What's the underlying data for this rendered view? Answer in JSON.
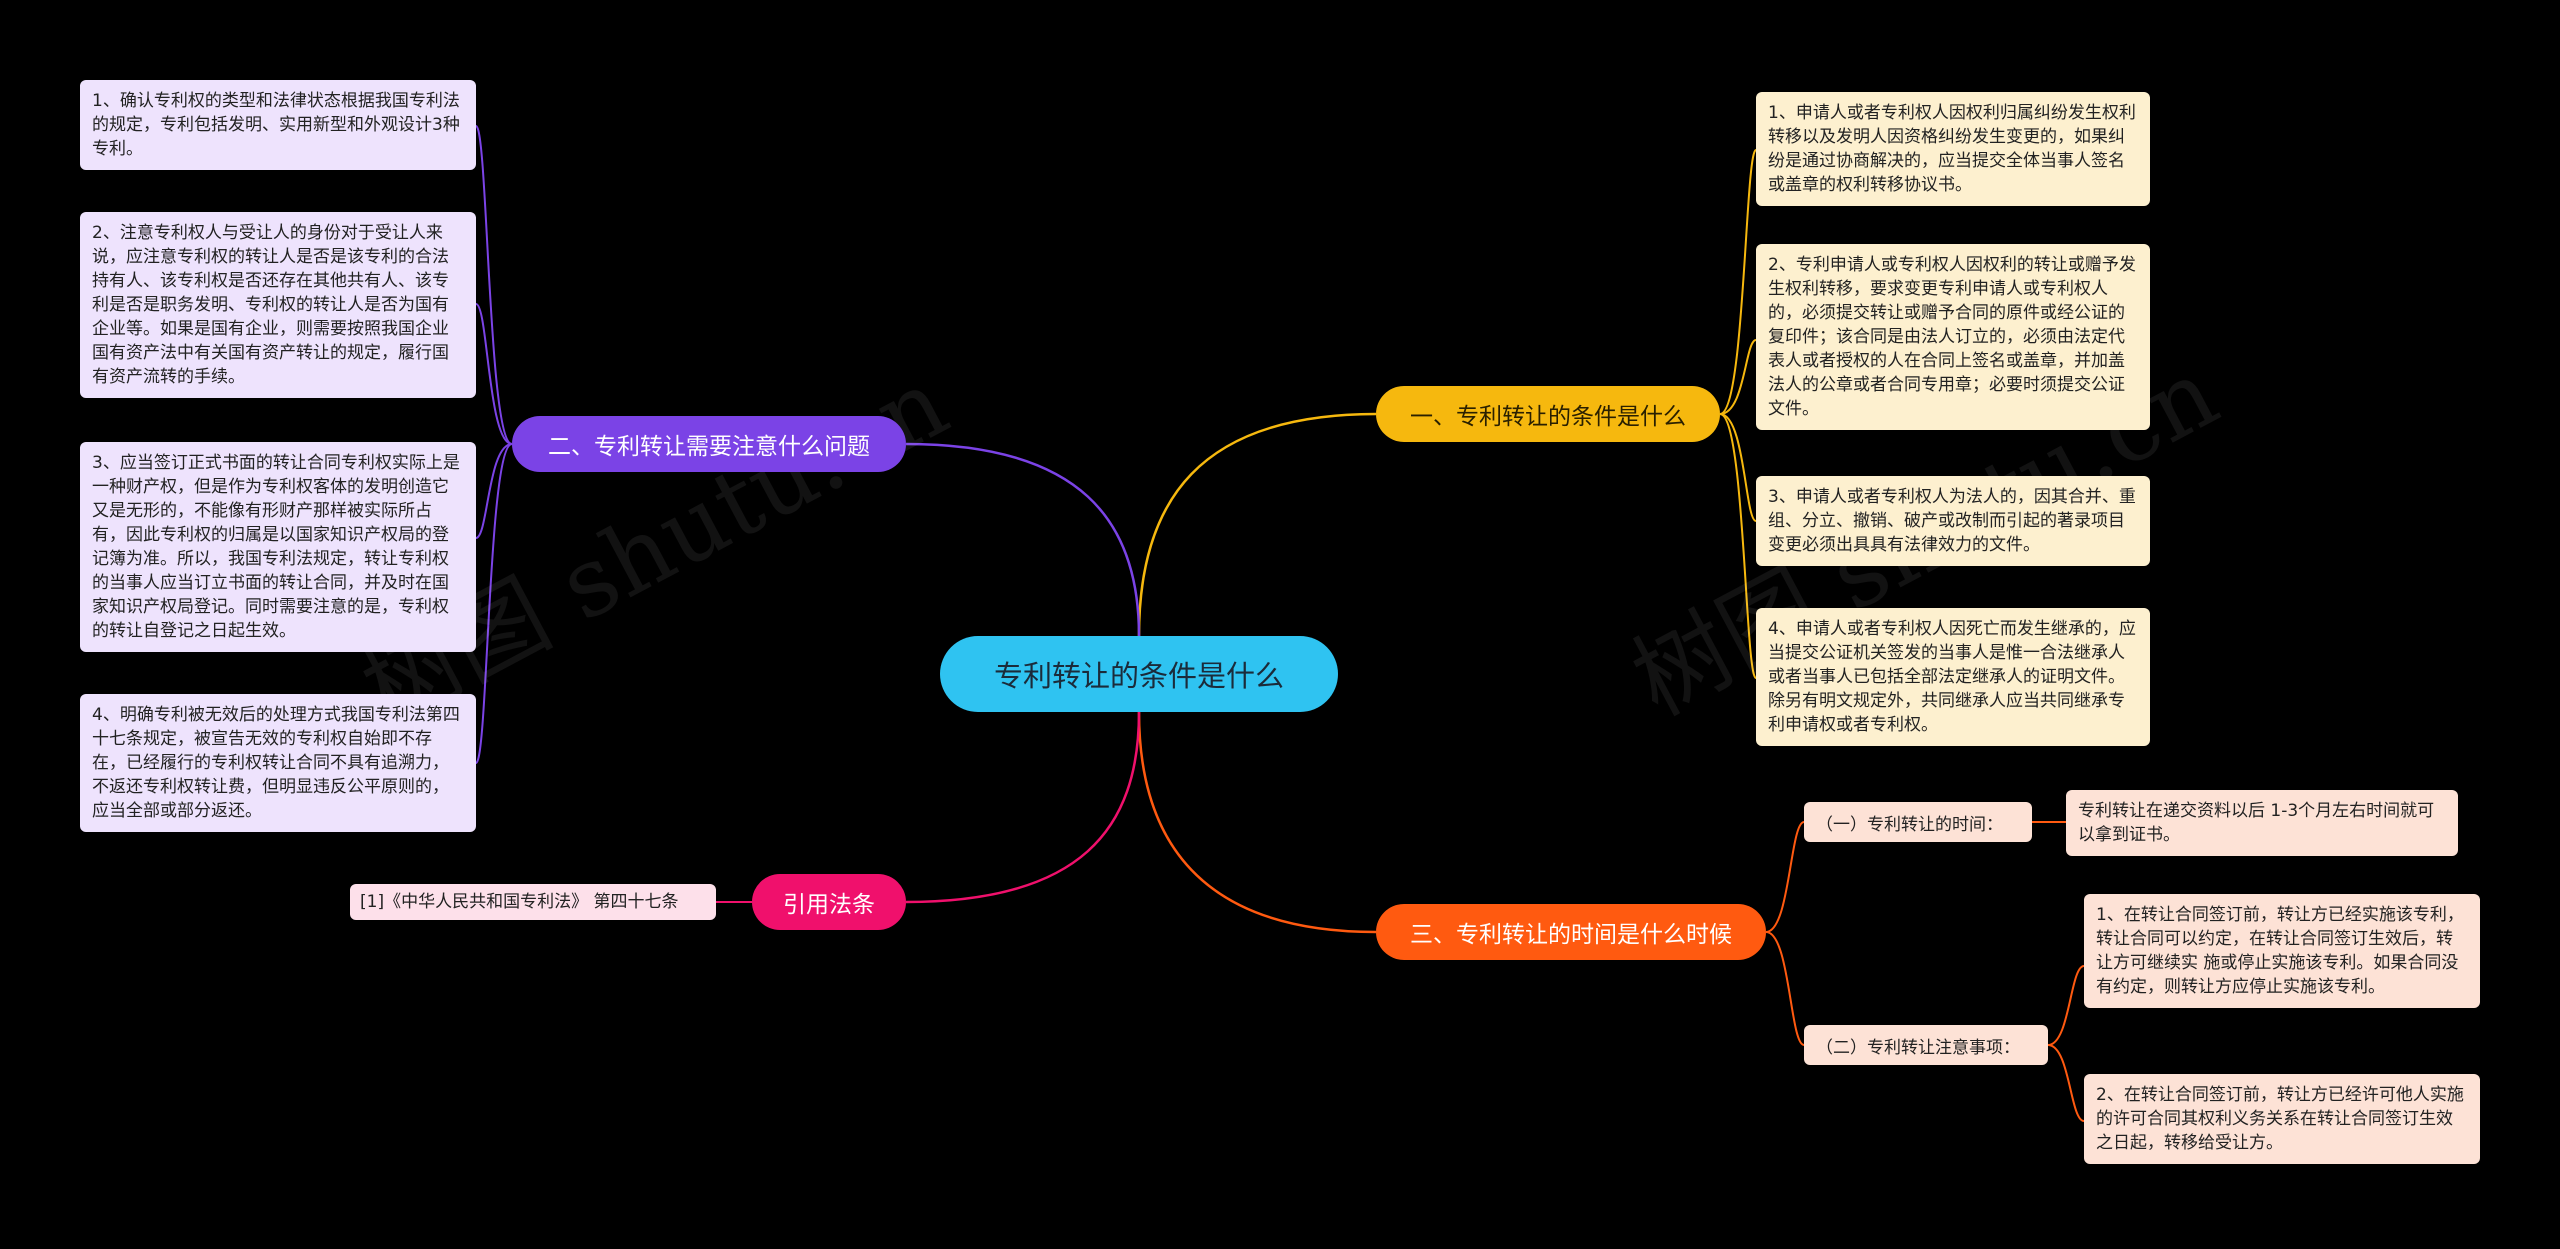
{
  "root": {
    "title": "专利转让的条件是什么"
  },
  "branches": {
    "conditions": {
      "title": "一、专利转让的条件是什么",
      "color": "#f6b80e",
      "items": [
        "1、申请人或者专利权人因权利归属纠纷发生权利转移以及发明人因资格纠纷发生变更的，如果纠纷是通过协商解决的，应当提交全体当事人签名或盖章的权利转移协议书。",
        "2、专利申请人或专利权人因权利的转让或赠予发生权利转移，要求变更专利申请人或专利权人的，必须提交转让或赠予合同的原件或经公证的复印件；该合同是由法人订立的，必须由法定代表人或者授权的人在合同上签名或盖章，并加盖法人的公章或者合同专用章；必要时须提交公证文件。",
        "3、申请人或者专利权人为法人的，因其合并、重组、分立、撤销、破产或改制而引起的著录项目变更必须出具具有法律效力的文件。",
        "4、申请人或者专利权人因死亡而发生继承的，应当提交公证机关签发的当事人是惟一合法继承人或者当事人已包括全部法定继承人的证明文件。除另有明文规定外，共同继承人应当共同继承专利申请权或者专利权。"
      ]
    },
    "notes": {
      "title": "二、专利转让需要注意什么问题",
      "color": "#7b43e6",
      "items": [
        "1、确认专利权的类型和法律状态根据我国专利法的规定，专利包括发明、实用新型和外观设计3种专利。",
        "2、注意专利权人与受让人的身份对于受让人来说，应注意专利权的转让人是否是该专利的合法持有人、该专利权是否还存在其他共有人、该专利是否是职务发明、专利权的转让人是否为国有企业等。如果是国有企业，则需要按照我国企业国有资产法中有关国有资产转让的规定，履行国有资产流转的手续。",
        "3、应当签订正式书面的转让合同专利权实际上是一种财产权，但是作为专利权客体的发明创造它又是无形的，不能像有形财产那样被实际所占有，因此专利权的归属是以国家知识产权局的登记簿为准。所以，我国专利法规定，转让专利权的当事人应当订立书面的转让合同，并及时在国家知识产权局登记。同时需要注意的是，专利权的转让自登记之日起生效。",
        "4、明确专利被无效后的处理方式我国专利法第四十七条规定，被宣告无效的专利权自始即不存在，已经履行的专利权转让合同不具有追溯力，不返还专利权转让费，但明显违反公平原则的，应当全部或部分返还。"
      ]
    },
    "timing": {
      "title": "三、专利转让的时间是什么时候",
      "color": "#ff5a10",
      "subs": [
        {
          "label": "（一）专利转让的时间：",
          "items": [
            "专利转让在递交资料以后 1-3个月左右时间就可以拿到证书。"
          ]
        },
        {
          "label": "（二）专利转让注意事项：",
          "items": [
            "1、在转让合同签订前，转让方已经实施该专利，转让合同可以约定，在转让合同签订生效后，转让方可继续实 施或停止实施该专利。如果合同没有约定，则转让方应停止实施该专利。",
            "2、在转让合同签订前，转让方已经许可他人实施的许可合同其权利义务关系在转让合同签订生效之日起，转移给受让方。"
          ]
        }
      ]
    },
    "references": {
      "title": "引用法条",
      "color": "#f0106c",
      "items": [
        "[1]《中华人民共和国专利法》 第四十七条"
      ]
    }
  },
  "watermark": "树图 shutu.cn"
}
